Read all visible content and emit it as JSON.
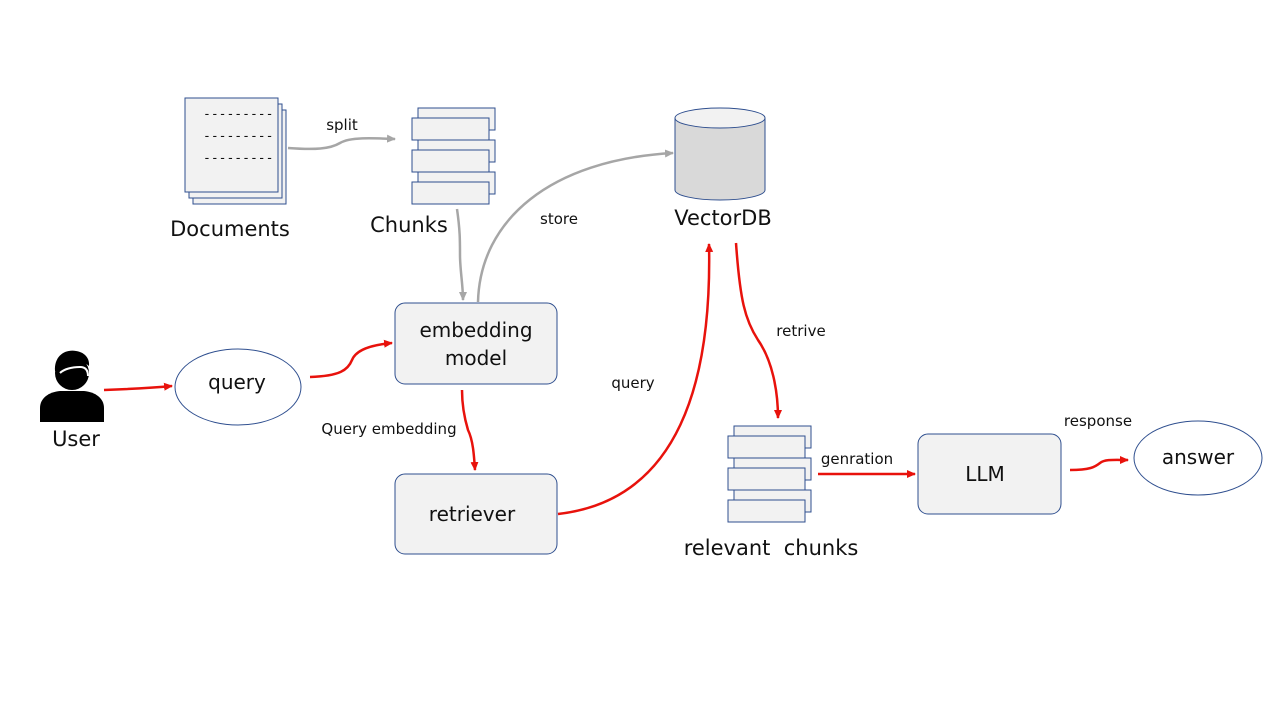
{
  "nodes": {
    "documents": {
      "label": "Documents",
      "dash_lines": [
        "---------",
        "---------",
        "---------"
      ]
    },
    "chunks": {
      "label": "Chunks"
    },
    "vectordb": {
      "label": "VectorDB"
    },
    "user": {
      "label": "User"
    },
    "query": {
      "label": "query"
    },
    "embedding_model": {
      "label_line1": "embedding",
      "label_line2": "model"
    },
    "retriever": {
      "label": "retriever"
    },
    "relevant_chunks": {
      "label": "relevant  chunks"
    },
    "llm": {
      "label": "LLM"
    },
    "answer": {
      "label": "answer"
    }
  },
  "edges": {
    "split": "split",
    "store": "store",
    "retrive": "retrive",
    "query": "query",
    "query_embedding": "Query embedding",
    "genration": "genration",
    "response": "response"
  },
  "colors": {
    "gray_arrow": "#a6a6a6",
    "red_arrow": "#e8120c",
    "box_fill": "#f2f2f2",
    "box_stroke": "#2f4f8f",
    "db_fill": "#d9d9d9"
  }
}
